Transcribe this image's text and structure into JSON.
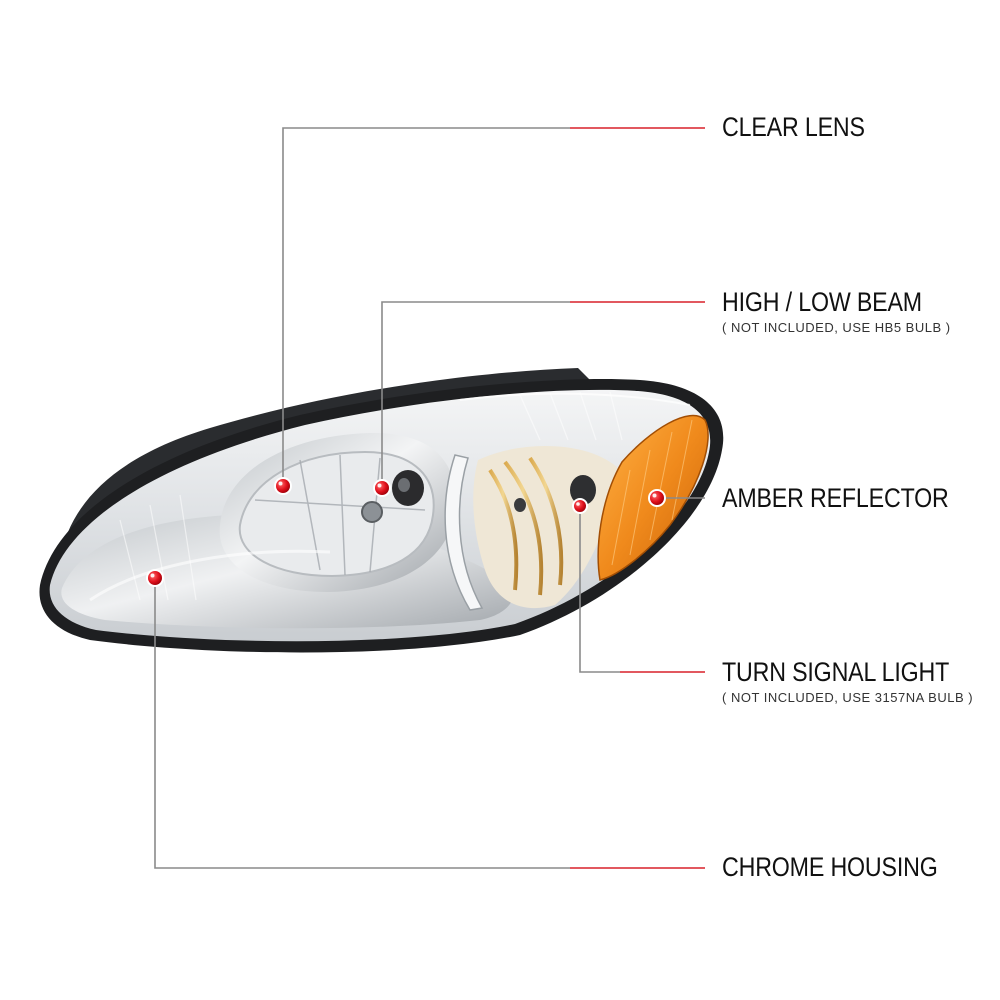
{
  "callouts": {
    "clear_lens": {
      "title": "CLEAR LENS"
    },
    "high_low_beam": {
      "title": "HIGH / LOW BEAM",
      "note": "( NOT INCLUDED, USE  HB5  BULB )"
    },
    "amber_reflector": {
      "title": "AMBER REFLECTOR"
    },
    "turn_signal_light": {
      "title": "TURN SIGNAL LIGHT",
      "note": "( NOT INCLUDED, USE  3157NA  BULB )"
    },
    "chrome_housing": {
      "title": "CHROME HOUSING"
    }
  },
  "colors": {
    "leader_gray": "#8a8a8a",
    "leader_red": "#d8202a",
    "marker_red": "#e0101c",
    "amber": "#f08a1c",
    "chrome": "#d9dde0"
  },
  "icons": [
    "headlight-assembly",
    "callout-marker-dot"
  ]
}
